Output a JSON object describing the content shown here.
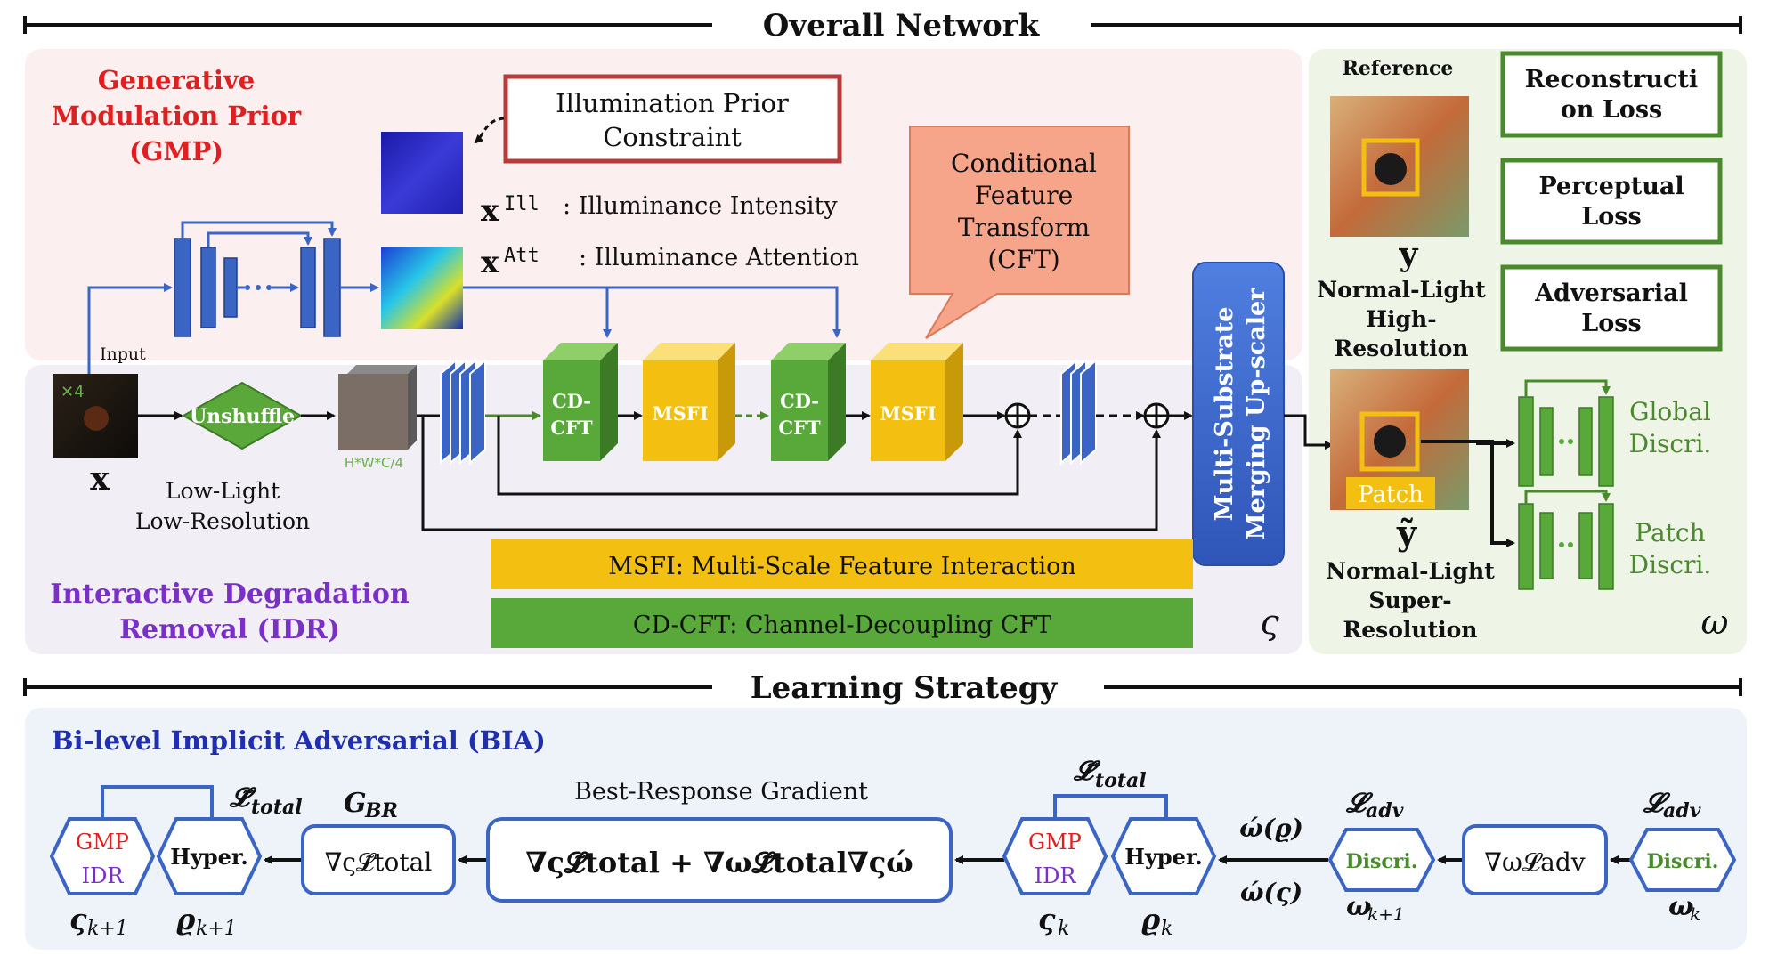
{
  "headers": {
    "overall": "Overall Network",
    "learning": "Learning Strategy"
  },
  "gmp": {
    "title_l1": "Generative",
    "title_l2": "Modulation Prior",
    "title_l3": "(GMP)",
    "ipc_l1": "Illumination Prior",
    "ipc_l2": "Constraint",
    "xill_sup": "Ill",
    "xill_desc": ": Illuminance Intensity",
    "xatt_sup": "Att",
    "xatt_desc": ": Illuminance Attention",
    "x_symbol": "x"
  },
  "cft": {
    "l1": "Conditional",
    "l2": "Feature",
    "l3": "Transform",
    "l4": "(CFT)"
  },
  "idr": {
    "input_label": "Input",
    "x4": "✕4",
    "x_symbol": "x",
    "lowlight_l1": "Low-Light",
    "lowlight_l2": "Low-Resolution",
    "unshuffle": "Unshuffle",
    "hwc": "H*W*C/4",
    "cdcft_l1": "CD-",
    "cdcft_l2": "CFT",
    "msfi": "MSFI",
    "title_l1": "Interactive Degradation",
    "title_l2": "Removal (IDR)",
    "legend_msfi": "MSFI: Multi-Scale Feature Interaction",
    "legend_cdcft": "CD-CFT: Channel-Decoupling CFT",
    "varsigma": "ς"
  },
  "upscaler": {
    "l1": "Multi-Substrate",
    "l2": "Merging Up-scaler"
  },
  "discriminator": {
    "reference": "Reference",
    "y": "y",
    "ytilde": "ỹ",
    "normal_hr_l1": "Normal-Light",
    "normal_hr_l2": "High-",
    "normal_hr_l3": "Resolution",
    "patch": "Patch",
    "normal_sr_l1": "Normal-Light",
    "normal_sr_l2": "Super-",
    "normal_sr_l3": "Resolution",
    "loss_recon_l1": "Reconstructi",
    "loss_recon_l2": "on Loss",
    "loss_perc_l1": "Perceptual",
    "loss_perc_l2": "Loss",
    "loss_adv_l1": "Adversarial",
    "loss_adv_l2": "Loss",
    "global_l1": "Global",
    "global_l2": "Discri.",
    "patch_l1": "Patch",
    "patch_l2": "Discri.",
    "omega": "ω"
  },
  "bia": {
    "title": "Bi-level Implicit Adversarial (BIA)",
    "gmp": "GMP",
    "idr": "IDR",
    "hyper": "Hyper.",
    "discri": "Discri.",
    "best_response": "Best-Response Gradient",
    "best_response_expr": "∇ς𝓛̃total + ∇ω𝓛̃total∇ςώ",
    "grad_total": "∇ς𝓛̃total",
    "grad_adv": "∇ω𝓛adv",
    "g_br": "G",
    "g_br_sub": "BR",
    "l_total": "𝓛̃",
    "l_total_sub": "total",
    "l_adv": "𝓛",
    "l_adv_sub": "adv",
    "varsigma_k1": "ς",
    "varsigma_k1_sub": "k+1",
    "rho_k1": "ϱ",
    "rho_k1_sub": "k+1",
    "varsigma_k": "ς",
    "varsigma_k_sub": "k",
    "rho_k": "ϱ",
    "rho_k_sub": "k",
    "omega_k1": "ω",
    "omega_k1_sub": "k+1",
    "omega_k": "ω",
    "omega_k_sub": "k",
    "omega_rho": "ώ(ϱ)",
    "omega_varsigma": "ώ(ς)"
  },
  "colors": {
    "gmp_bg": "#fbefef",
    "idr_bg": "#f2eef5",
    "disc_bg": "#eef4e6",
    "bia_bg": "#eef3fa",
    "red": "#e02020",
    "purple": "#7a2fc9",
    "navy": "#1f2fb0",
    "green_box": "#4a8a2c",
    "blue_block": "#3b65c4",
    "yellow": "#f3c012",
    "cft_orange": "#f6a58a"
  }
}
